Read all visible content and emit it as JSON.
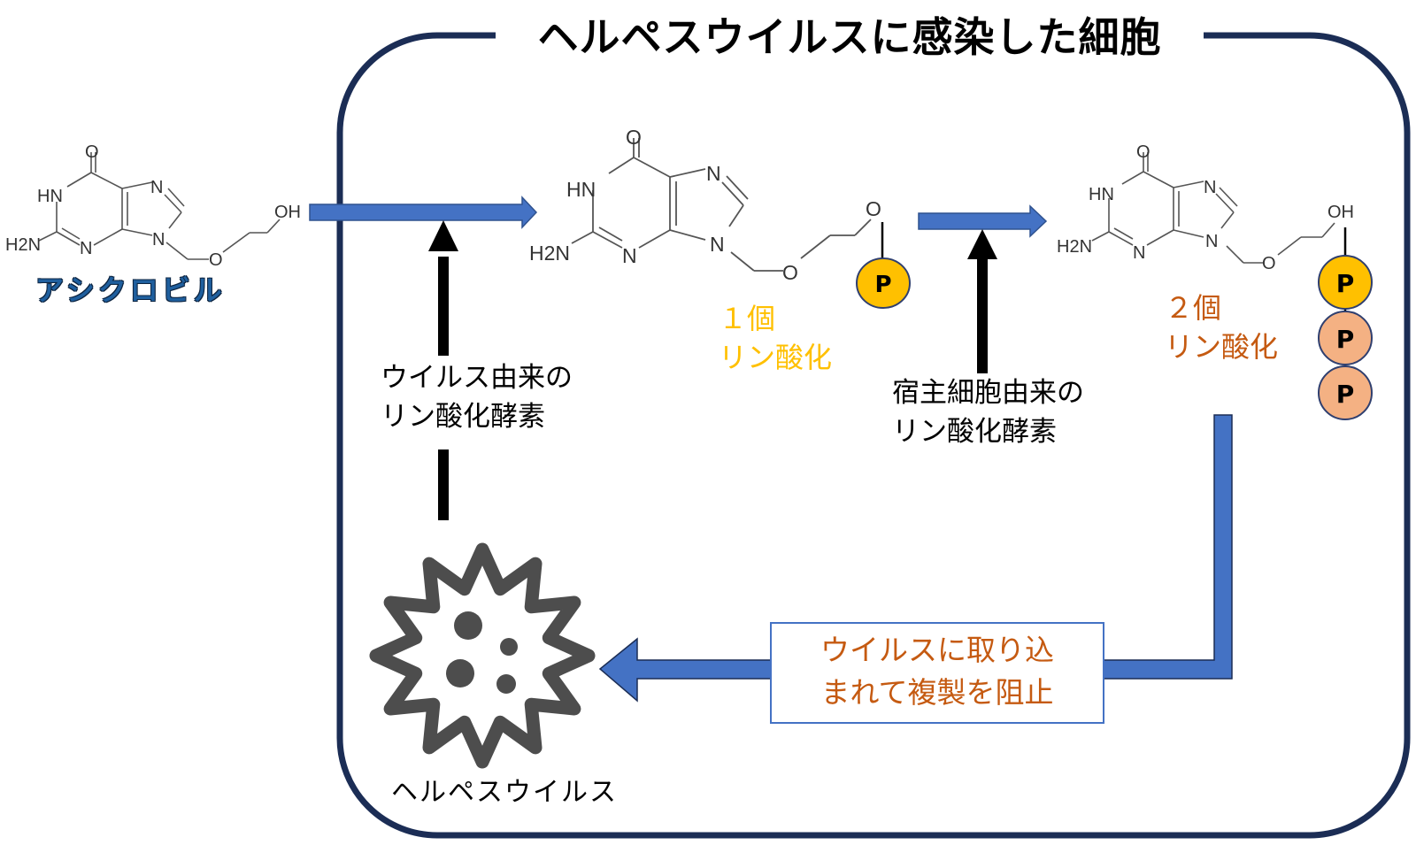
{
  "title": "ヘルペスウイルスに感染した細胞",
  "drug": {
    "name": "アシクロビル",
    "atoms": {
      "carbonyl_o": "O",
      "hn": "HN",
      "n7": "N",
      "n9": "N",
      "n3": "N",
      "h2n": "H2N",
      "ether_o": "O",
      "oh": "OH"
    }
  },
  "monophosphate": {
    "atoms": {
      "carbonyl_o": "O",
      "hn": "HN",
      "n7": "N",
      "n9": "N",
      "n3": "N",
      "h2n": "H2N",
      "ether_o": "O",
      "terminal_o": "O"
    },
    "phosphate_label": "P",
    "count_label": "１個",
    "process_label": "リン酸化"
  },
  "triphosphate": {
    "atoms": {
      "carbonyl_o": "O",
      "hn": "HN",
      "n7": "N",
      "n9": "N",
      "n3": "N",
      "h2n": "H2N",
      "ether_o": "O",
      "oh": "OH"
    },
    "phosphate_labels": [
      "P",
      "P",
      "P"
    ],
    "count_label": "２個",
    "process_label": "リン酸化"
  },
  "enzymes": {
    "viral": {
      "line1": "ウイルス由来の",
      "line2": "リン酸化酵素"
    },
    "host": {
      "line1": "宿主細胞由来の",
      "line2": "リン酸化酵素"
    }
  },
  "result": {
    "line1": "ウイルスに取り込",
    "line2": "まれて複製を阻止"
  },
  "virus": {
    "label": "ヘルペスウイルス"
  },
  "colors": {
    "cell_border": "#1b2d55",
    "flow_arrow": "#4472c4",
    "flow_arrow_border": "#2f528f",
    "enzyme_arrow": "#000000",
    "phosphate_new": "#ffc000",
    "phosphate_old": "#f4b183",
    "mono_label": "#ffc000",
    "di_label": "#c55a11",
    "virus": "#4d4d4d",
    "drug_name": "#1f5f9e"
  }
}
